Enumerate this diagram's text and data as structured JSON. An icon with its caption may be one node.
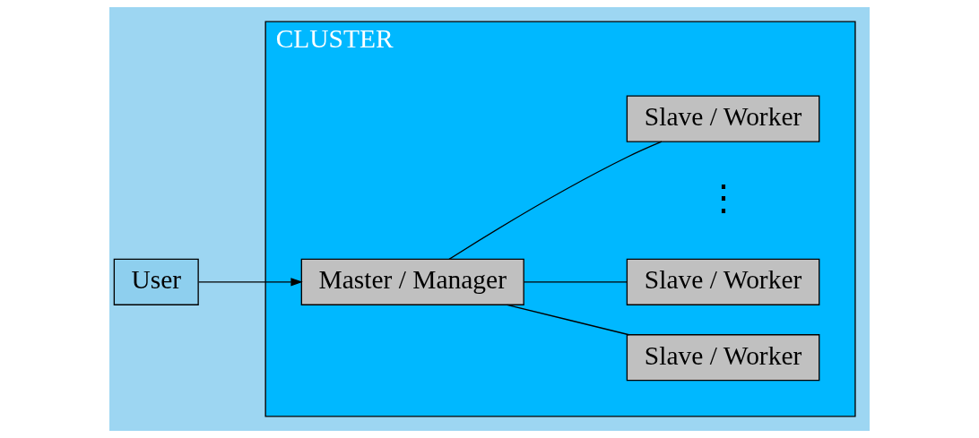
{
  "diagram": {
    "nodes": [
      {
        "text": [
          "CLUSTER"
        ]
      },
      {
        "text": [
          "User"
        ]
      },
      {
        "text": [
          "Master / Manager"
        ],
        "in": 0
      },
      {
        "text": [
          "Slave / Worker"
        ],
        "in": 0
      },
      {
        "text": [
          "Slave / Worker"
        ],
        "in": 0
      },
      {
        "text": [
          "Slave / Worker"
        ],
        "in": 0
      }
    ],
    "edges": [
      {
        "from": 1,
        "to": 2,
        "arrow": "to"
      },
      {
        "from": 2,
        "to": 3,
        "arrow": "none"
      },
      {
        "from": 2,
        "to": 4,
        "arrow": "none"
      },
      {
        "from": 2,
        "to": 5,
        "arrow": "none"
      }
    ],
    "labels": [
      "⋮"
    ]
  }
}
